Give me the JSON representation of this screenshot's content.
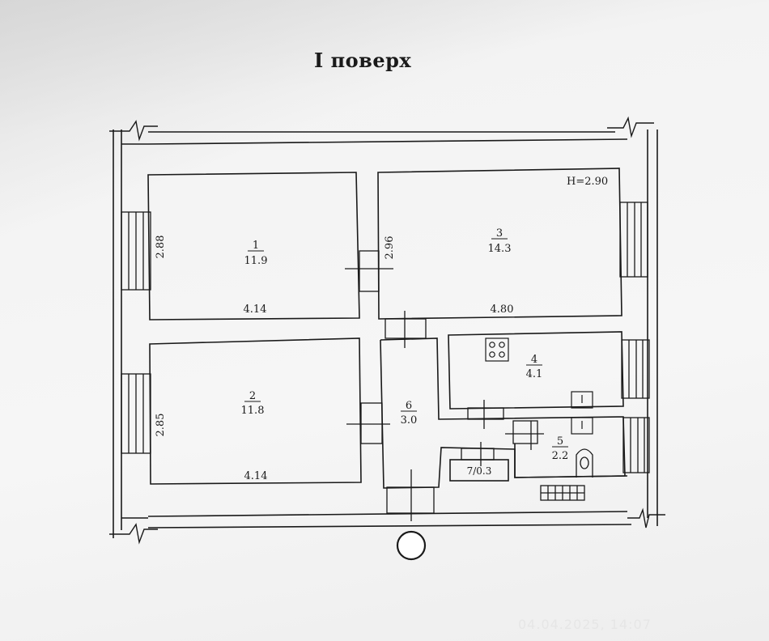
{
  "title": "I поверх",
  "ceiling_height": "H=2.90",
  "rooms": [
    {
      "number": "1",
      "area": "11.9",
      "dim_h": "4.14",
      "dim_v": "2.88"
    },
    {
      "number": "2",
      "area": "11.8",
      "dim_h": "4.14",
      "dim_v": "2.85"
    },
    {
      "number": "3",
      "area": "14.3",
      "dim_h": "4.80",
      "dim_v": "2.96"
    },
    {
      "number": "4",
      "area": "4.1"
    },
    {
      "number": "5",
      "area": "2.2"
    },
    {
      "number": "6",
      "area": "3.0"
    },
    {
      "label": "7/0.3"
    }
  ],
  "timestamp": "04.04.2025, 14:07",
  "colors": {
    "ink": "#1a1a1a",
    "paper": "#f3f3f3"
  }
}
